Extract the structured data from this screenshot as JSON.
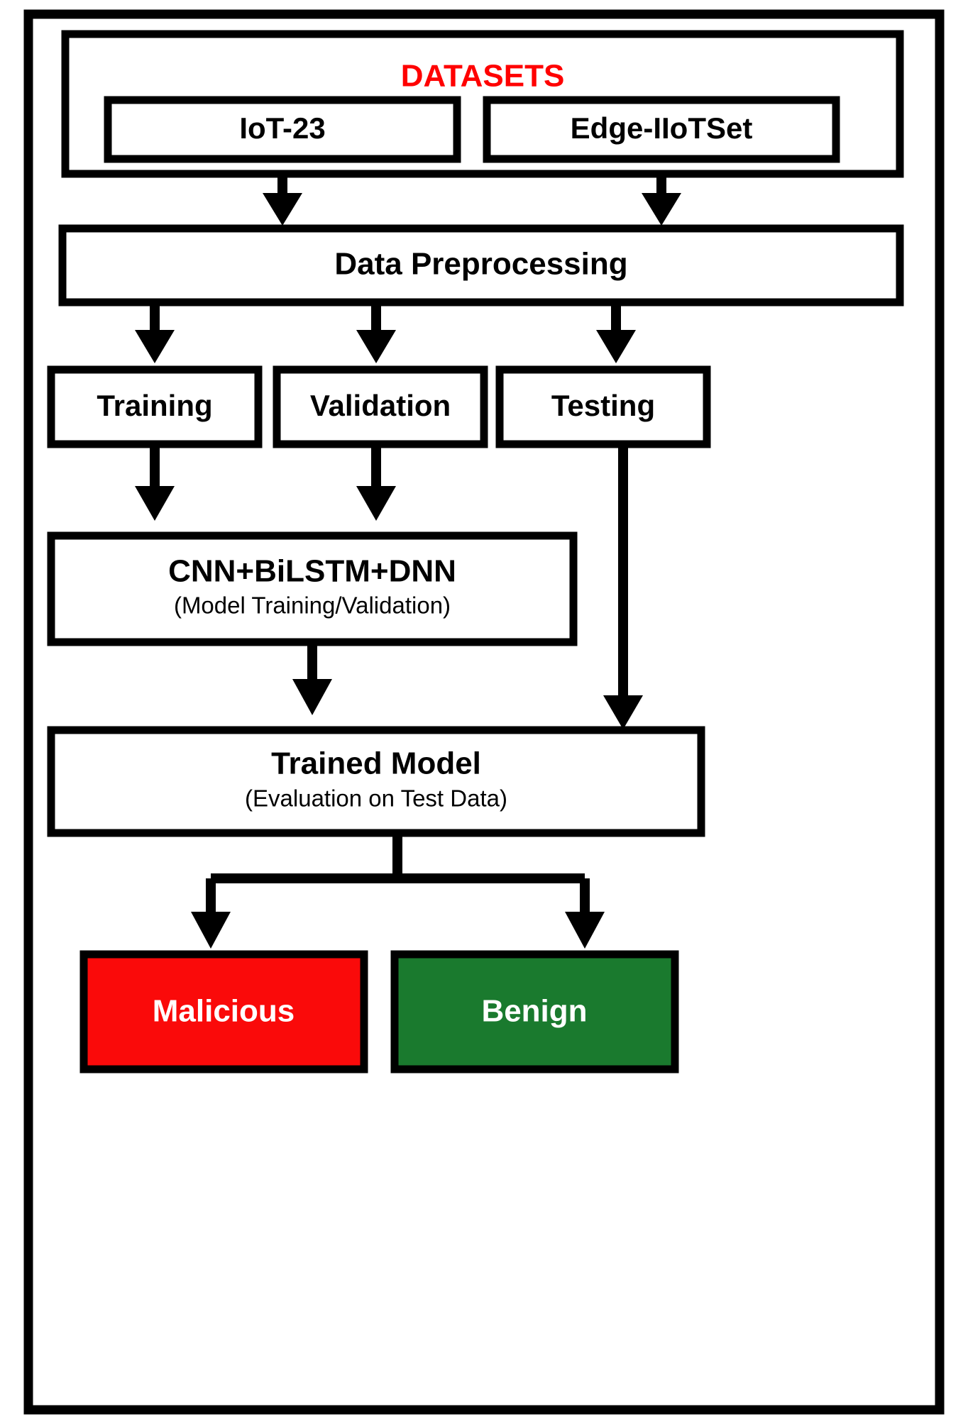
{
  "diagram": {
    "title_section": {
      "label": "DATASETS",
      "color": "#FF0000"
    },
    "datasets": [
      {
        "id": "iot23",
        "label": "IoT-23"
      },
      {
        "id": "edge-iiotset",
        "label": "Edge-IIoTSet"
      }
    ],
    "preprocessing": {
      "label": "Data Preprocessing"
    },
    "splits": [
      {
        "id": "training",
        "label": "Training"
      },
      {
        "id": "validation",
        "label": "Validation"
      },
      {
        "id": "testing",
        "label": "Testing"
      }
    ],
    "model": {
      "label": "CNN+BiLSTM+DNN",
      "sublabel": "(Model Training/Validation)"
    },
    "trained_model": {
      "label": "Trained Model",
      "sublabel": "(Evaluation on Test Data)"
    },
    "outcomes": [
      {
        "id": "malicious",
        "label": "Malicious",
        "color": "#FA0A0A",
        "text_color": "#FFFFFF"
      },
      {
        "id": "benign",
        "label": "Benign",
        "color": "#1A7A2E",
        "text_color": "#FFFFFF"
      }
    ],
    "colors": {
      "border": "#000000",
      "box_fill": "#FFFFFF",
      "canvas": "#FFFFFF",
      "title_accent": "#FF0000",
      "malicious": "#FA0A0A",
      "benign": "#1A7A2E"
    },
    "edges": [
      {
        "from": "iot23",
        "to": "preprocessing"
      },
      {
        "from": "edge-iiotset",
        "to": "preprocessing"
      },
      {
        "from": "preprocessing",
        "to": "training"
      },
      {
        "from": "preprocessing",
        "to": "validation"
      },
      {
        "from": "preprocessing",
        "to": "testing"
      },
      {
        "from": "training",
        "to": "model"
      },
      {
        "from": "validation",
        "to": "model"
      },
      {
        "from": "model",
        "to": "trained_model"
      },
      {
        "from": "testing",
        "to": "trained_model"
      },
      {
        "from": "trained_model",
        "to": "malicious"
      },
      {
        "from": "trained_model",
        "to": "benign"
      }
    ]
  }
}
